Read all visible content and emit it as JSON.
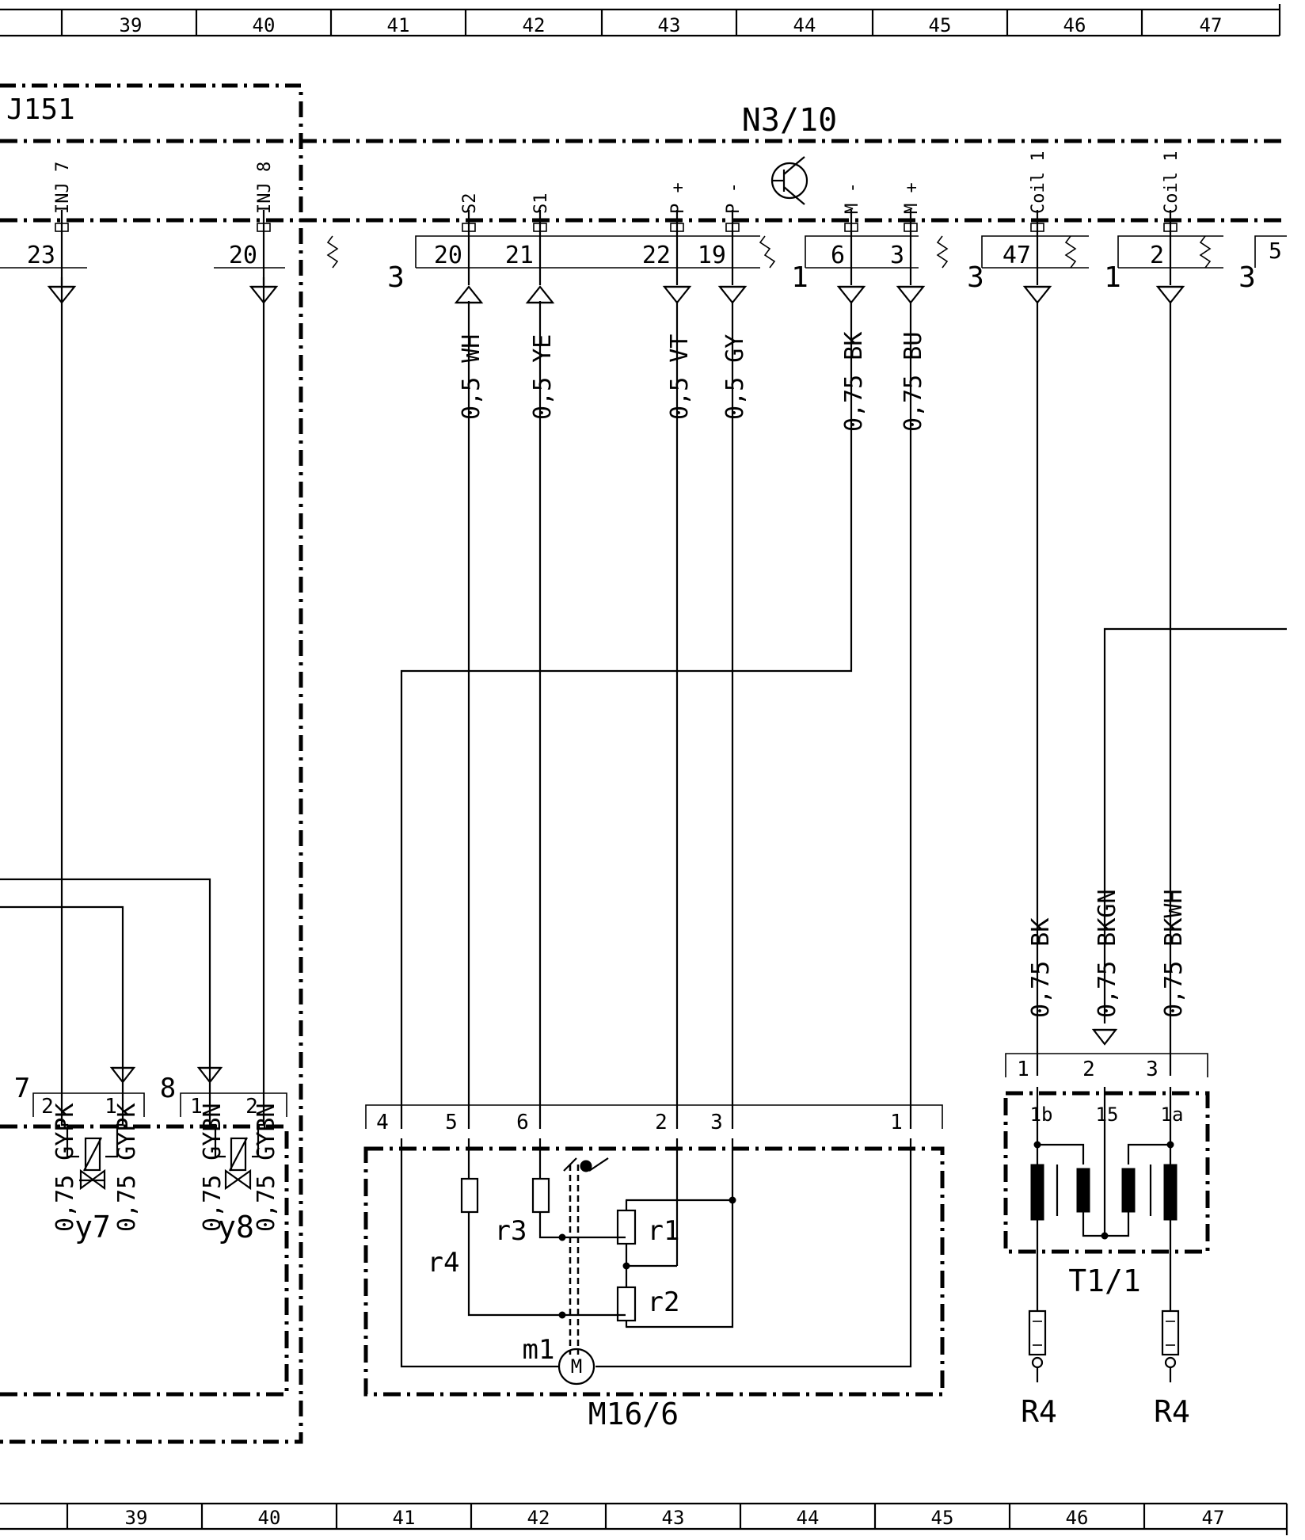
{
  "grid_top": [
    "39",
    "40",
    "41",
    "42",
    "43",
    "44",
    "45",
    "46",
    "47"
  ],
  "grid_bottom": [
    "39",
    "40",
    "41",
    "42",
    "43",
    "44",
    "45",
    "46",
    "47"
  ],
  "labels": {
    "j151": "J151",
    "n3_10": "N3/10",
    "m16_6": "M16/6",
    "t1_1": "T1/1",
    "r4_left": "R4",
    "r4_right": "R4",
    "y7": "y7",
    "y8": "y8",
    "r1": "r1",
    "r2": "r2",
    "r3": "r3",
    "r4": "r4",
    "m1": "m1",
    "motor_symbol": "M"
  },
  "ecu_pins": [
    {
      "name": "INJ 7",
      "num": "23"
    },
    {
      "name": "INJ 8",
      "num": "20"
    },
    {
      "name": "S2",
      "num": "20"
    },
    {
      "name": "S1",
      "num": "21"
    },
    {
      "name": "P +",
      "num": "22"
    },
    {
      "name": "P -",
      "num": "19"
    },
    {
      "name": "M -",
      "num": "6"
    },
    {
      "name": "M +",
      "num": "3"
    },
    {
      "name": "Coil 1",
      "num": "47"
    },
    {
      "name": "Coil 1",
      "num": "2"
    }
  ],
  "connector_groups": [
    "3",
    "1",
    "3",
    "1",
    "3"
  ],
  "connector_group_partial": "5",
  "wires_upper": [
    "0,5 WH",
    "0,5 YE",
    "0,5 VT",
    "0,5 GY",
    "0,75 BK",
    "0,75 BU"
  ],
  "wires_lower_left": [
    "0,75 GYPK",
    "0,75 GYPK",
    "0,75 GYBN",
    "0,75 GYBN"
  ],
  "wires_lower_right": [
    "0,75 BK",
    "0,75 BKGN",
    "0,75 BKWH"
  ],
  "valve_y7": {
    "group": "7",
    "pins": [
      "2",
      "1"
    ]
  },
  "valve_y8": {
    "group": "8",
    "pins": [
      "1",
      "2"
    ]
  },
  "m16_pins": [
    "4",
    "5",
    "6",
    "2",
    "3",
    "1"
  ],
  "t1_pins": [
    "1",
    "2",
    "3"
  ],
  "t1_terminals": [
    "1b",
    "15",
    "1a"
  ]
}
